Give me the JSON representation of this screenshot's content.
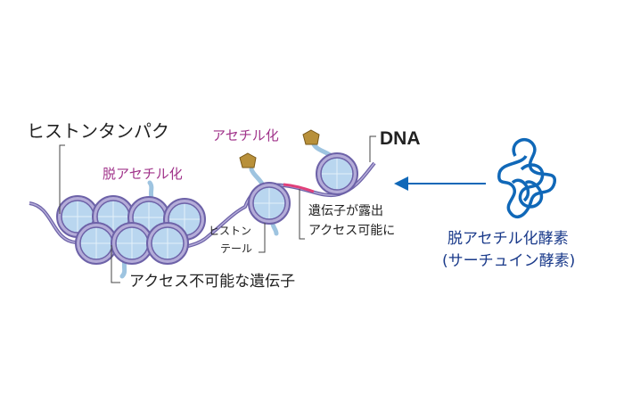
{
  "labels": {
    "histone_protein": "ヒストンタンパク",
    "acetylation": "アセチル化",
    "deacetylation": "脱アセチル化",
    "dna": "DNA",
    "exposed_line1": "遺伝子が露出",
    "exposed_line2": "アクセス可能に",
    "tail_line1": "ヒストン",
    "tail_line2": "テール",
    "inaccessible_gene": "アクセス不可能な遺伝子",
    "enzyme_line1": "脱アセチル化酵素",
    "enzyme_line2": "(サーチュイン酵素)"
  },
  "colors": {
    "purple_label": "#a0338a",
    "enzyme_blue": "#1068b8",
    "enzyme_label": "#1a3a8a",
    "nucleosome": "#b9d6ef",
    "dna": "#7a6fb0",
    "acetyl": "#b8903a",
    "exposed_gene": "#e0407a"
  }
}
